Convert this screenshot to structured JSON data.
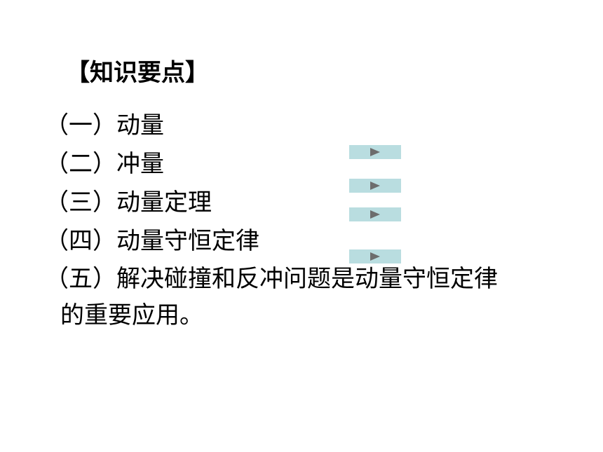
{
  "heading": "【知识要点】",
  "items": [
    "（一）动量",
    "（二）冲量",
    "（三）动量定理",
    "（四）动量守恒定律"
  ],
  "last_item": {
    "line1": "（五）解决碰撞和反冲问题是动量守恒定律",
    "line2": "的重要应用。"
  },
  "nav_buttons": [
    {
      "icon": "play-triangle-icon"
    },
    {
      "icon": "play-triangle-icon"
    },
    {
      "icon": "play-triangle-icon"
    },
    {
      "icon": "play-triangle-icon"
    }
  ],
  "colors": {
    "button_bg": "#b9dde0",
    "arrow": "#6d6d6d"
  }
}
